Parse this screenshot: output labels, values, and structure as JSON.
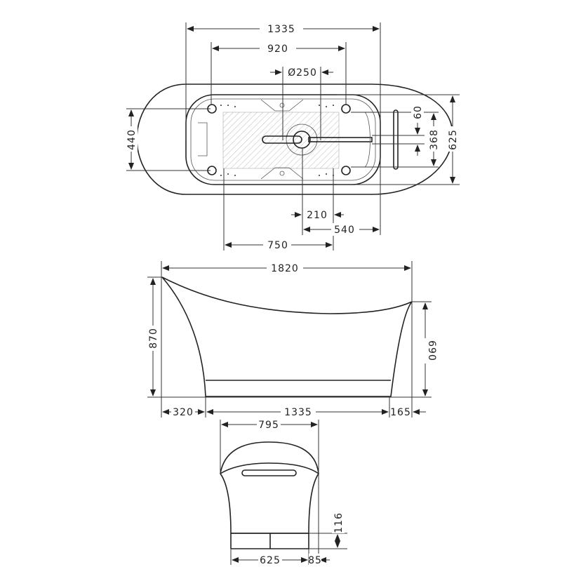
{
  "drawing": {
    "title": "Freestanding bathtub technical drawing",
    "top_view": {
      "dims": {
        "overall_inner_length": "1335",
        "support_spacing": "920",
        "drain_diameter": "Ø250",
        "width_440": "440",
        "offset_60": "60",
        "span_368": "368",
        "overall_width": "625",
        "drain_offset_210": "210",
        "drain_to_end_540": "540",
        "span_750": "750"
      }
    },
    "side_view": {
      "dims": {
        "overall_length": "1820",
        "height_high_end": "870",
        "height_low_end": "690",
        "left_overhang": "320",
        "base_length": "1335",
        "right_overhang": "165"
      }
    },
    "end_view": {
      "dims": {
        "overall_width": "795",
        "plinth_height": "116",
        "base_width": "625",
        "overhang_85": "85"
      }
    }
  }
}
